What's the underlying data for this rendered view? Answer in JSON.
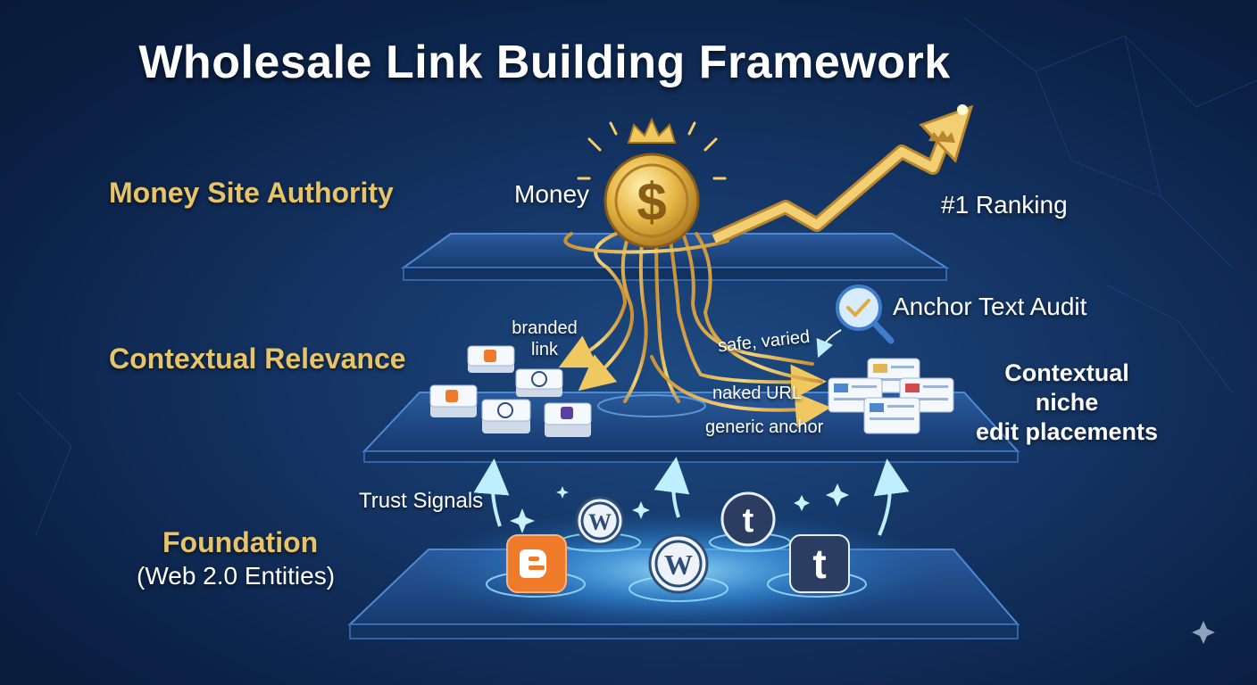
{
  "title": "Wholesale Link Building Framework",
  "levels": {
    "top": "Money Site Authority",
    "middle": "Contextual Relevance",
    "bottom_title": "Foundation",
    "bottom_subtitle": "(Web 2.0 Entities)"
  },
  "top_layer": {
    "money_label": "Money",
    "ranking_label": "#1 Ranking"
  },
  "middle_layer": {
    "anchor_labels": {
      "branded": "branded\nlink",
      "safe": "safe, varied",
      "naked": "naked URL",
      "generic": "generic anchor"
    },
    "audit_label": "Anchor Text Audit",
    "placements_label": "Contextual niche\nedit placements"
  },
  "bottom_layer": {
    "trust_label": "Trust Signals",
    "platforms": [
      "blogger",
      "wordpress",
      "wordpress",
      "tumblr",
      "tumblr"
    ]
  },
  "colors": {
    "gold": "#e7c46a",
    "background": "#143463",
    "platform_blue": "#2f6fc0",
    "glow": "#7fd8ff"
  }
}
